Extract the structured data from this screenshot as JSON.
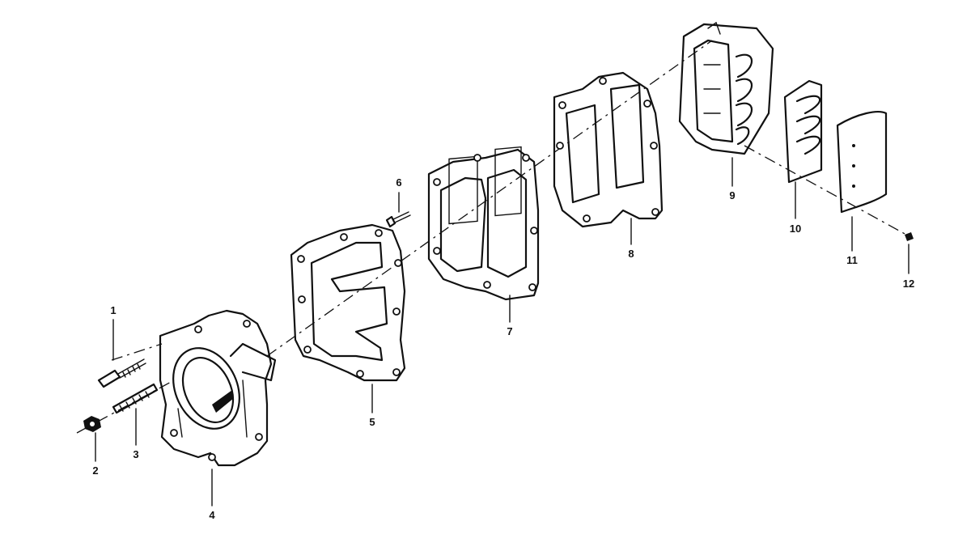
{
  "callouts": [
    {
      "id": "1",
      "label": "1"
    },
    {
      "id": "2",
      "label": "2"
    },
    {
      "id": "3",
      "label": "3"
    },
    {
      "id": "4",
      "label": "4"
    },
    {
      "id": "5",
      "label": "5"
    },
    {
      "id": "6",
      "label": "6"
    },
    {
      "id": "7",
      "label": "7"
    },
    {
      "id": "8",
      "label": "8"
    },
    {
      "id": "9",
      "label": "9"
    },
    {
      "id": "10",
      "label": "10"
    },
    {
      "id": "11",
      "label": "11"
    },
    {
      "id": "12",
      "label": "12"
    }
  ],
  "colors": {
    "ink": "#111111",
    "paper": "#ffffff"
  }
}
